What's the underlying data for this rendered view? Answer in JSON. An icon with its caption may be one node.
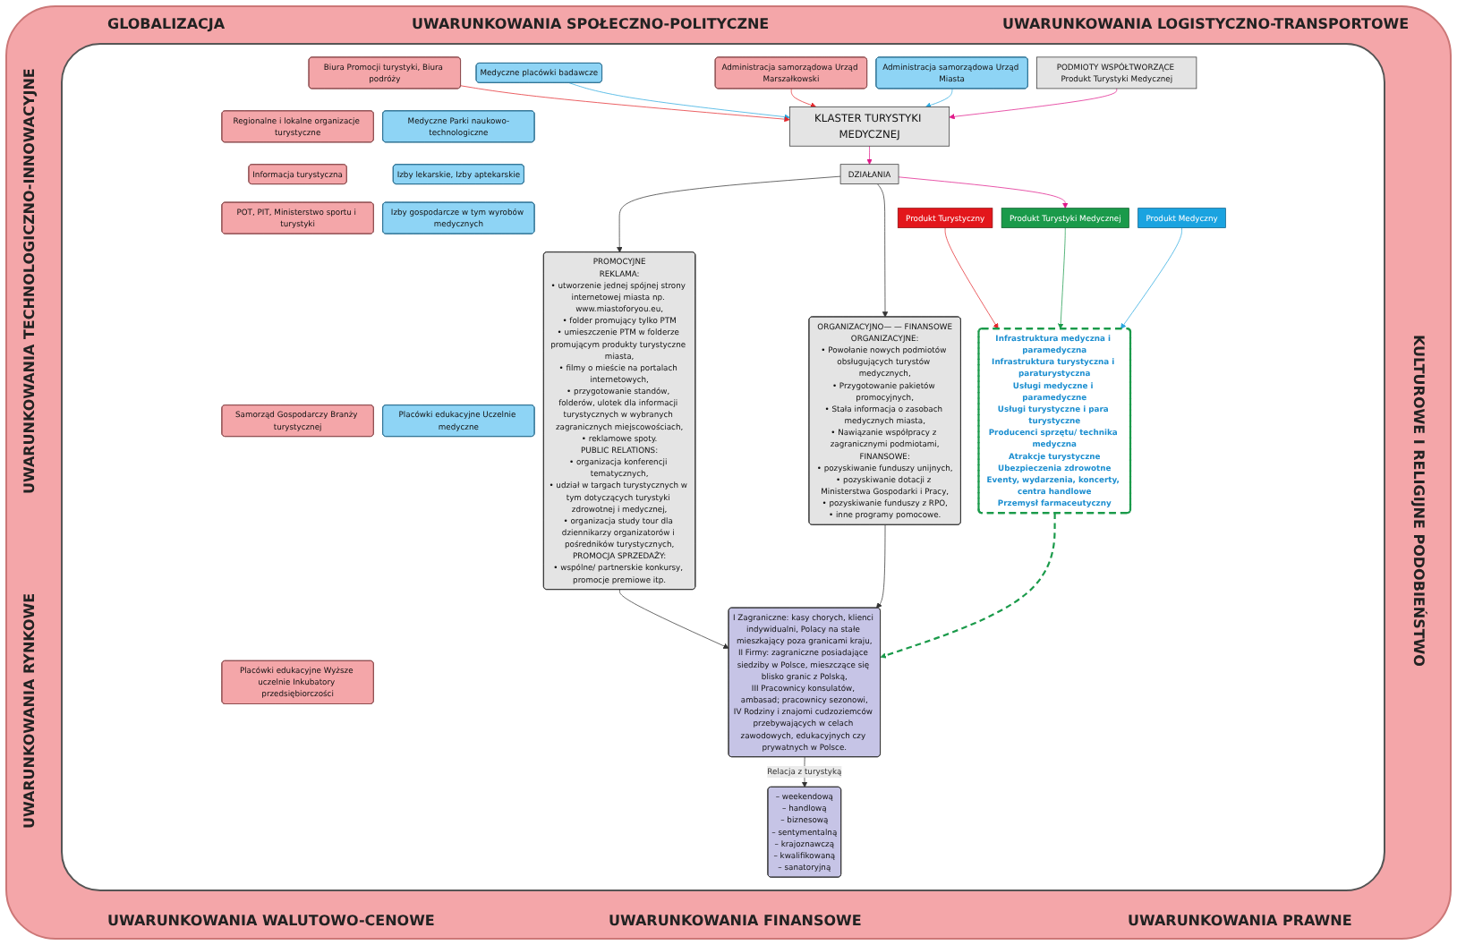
{
  "diagram": {
    "nodes": [
      {
        "text": [
          "Administracja samorządowa Urząd Miasta"
        ]
      },
      {
        "text": [
          "PODMIOTY WSPÓŁTWORZĄCE Produkt Turystyki Medycznej"
        ]
      },
      {
        "text": [
          "Administracja samorządowa Urząd Marszałkowski"
        ]
      },
      {
        "text": [
          "KLASTER TURYSTYKI MEDYCZNEJ"
        ]
      },
      {
        "text": [
          "DZIAŁANIA"
        ]
      },
      {
        "text": [
          "Produkt Medyczny"
        ]
      },
      {
        "text": [
          "Produkt Turystyczny"
        ]
      },
      {
        "text": [
          "Produkt Turystyki Medycznej"
        ]
      },
      {
        "text": [
          "ORGANIZACYJNO— — FINANSOWE",
          "ORGANIZACYJNE:",
          "• Powołanie nowych podmiotów obsługujących turystów medycznych,",
          "• Przygotowanie pakietów promocyjnych,",
          "• Stała informacja o zasobach medycznych miasta,",
          "• Nawiązanie współpracy z zagranicznymi podmiotami,",
          "FINANSOWE:",
          "• pozyskiwanie funduszy unijnych,",
          "• pozyskiwanie dotacji z Ministerstwa Gospodarki i Pracy,",
          "• pozyskiwanie funduszy z RPO,",
          "• inne programy pomocowe."
        ]
      },
      {
        "text": [
          "Medyczne placówki badawcze"
        ]
      },
      {
        "text": [
          "Medyczne Parki naukowo-technologiczne"
        ]
      },
      {
        "text": [
          "Izby lekarskie, Izby aptekarskie"
        ]
      },
      {
        "text": [
          "Izby gospodarcze w tym wyrobów medycznych"
        ]
      },
      {
        "text": [
          "Placówki edukacyjne Uczelnie medyczne"
        ]
      },
      {
        "text": [
          "Infrastruktura medyczna i paramedyczna",
          "Infrastruktura turystyczna i paraturystyczna",
          "Usługi medyczne i paramedyczne",
          "Usługi turystyczne i para turystyczne",
          "Producenci sprzętu/ technika medyczna",
          "Atrakcje turystyczne",
          "Ubezpieczenia zdrowotne",
          "Eventy, wydarzenia, koncerty, centra handlowe",
          "Przemysł farmaceutyczny"
        ]
      },
      {
        "text": [
          "Biura Promocji turystyki, Biura podróży"
        ]
      },
      {
        "text": [
          "Regionalne i lokalne organizacje turystyczne"
        ]
      },
      {
        "text": [
          "Informacja turystyczna"
        ]
      },
      {
        "text": [
          "POT, PIT, Ministerstwo sportu i turystyki"
        ]
      },
      {
        "text": [
          "Samorząd Gospodarczy Branży turystycznej"
        ]
      },
      {
        "text": [
          "Placówki edukacyjne Wyższe uczelnie Inkubatory przedsiębiorczości"
        ]
      },
      {
        "text": [
          "PROMOCYJNE",
          "REKLAMA:",
          "• utworzenie jednej spójnej strony internetowej miasta np. www.miastoforyou.eu,",
          "• folder promujący tylko PTM",
          "• umieszczenie PTM w folderze promującym produkty turystyczne miasta,",
          "• filmy o mieście na portalach internetowych,",
          "• przygotowanie standów, folderów, ulotek dla informacji turystycznych w wybranych zagranicznych miejscowościach,",
          "• reklamowe spoty.",
          "PUBLIC RELATIONS:",
          "• organizacja konferencji tematycznych,",
          "• udział w targach turystycznych w tym dotyczących turystyki zdrowotnej i medycznej,",
          "• organizacja study tour dla dziennikarzy organizatorów i pośredników turystycznych,",
          "PROMOCJA SPRZEDAŻY:",
          "• wspólne/ partnerskie konkursy, promocje premiowe itp."
        ]
      },
      {
        "text": [
          "I Zagraniczne: kasy chorych, klienci indywidualni, Polacy na stałe mieszkający poza granicami kraju,",
          "II Firmy: zagraniczne posiadające siedziby w Polsce, mieszczące się blisko granic z Polską,",
          "III Pracownicy konsulatów, ambasad; pracownicy sezonowi,",
          "IV Rodziny i znajomi cudzoziemców przebywających w celach zawodowych, edukacyjnych czy prywatnych w Polsce."
        ]
      },
      {
        "text": [
          "– weekendową",
          "– handlową",
          "– biznesową",
          "– sentymentalną",
          "– krajoznawczą",
          "– kwalifikowaną",
          "– sanatoryjną"
        ]
      }
    ],
    "edges": [
      {
        "from": 1,
        "to": 3,
        "arrow": "to",
        "color": "#e0198a"
      },
      {
        "from": 0,
        "to": 3,
        "arrow": "to",
        "color": "#29a8e0"
      },
      {
        "from": 2,
        "to": 3,
        "arrow": "to",
        "color": "#e3262b"
      },
      {
        "from": 9,
        "to": 3,
        "arrow": "to",
        "color": "#29a8e0"
      },
      {
        "from": 15,
        "to": 3,
        "arrow": "to",
        "color": "#e3262b"
      },
      {
        "from": 3,
        "to": 4,
        "arrow": "to",
        "color": "#e0198a"
      },
      {
        "from": 4,
        "to": 7,
        "arrow": "to",
        "color": "#e0198a"
      },
      {
        "from": 4,
        "to": 8,
        "arrow": "to"
      },
      {
        "from": 4,
        "to": 21,
        "arrow": "to"
      },
      {
        "from": 5,
        "to": 14,
        "arrow": "to",
        "color": "#29a8e0"
      },
      {
        "from": 7,
        "to": 14,
        "arrow": "to",
        "color": "#1a9a4a"
      },
      {
        "from": 6,
        "to": 14,
        "arrow": "to",
        "color": "#e3262b"
      },
      {
        "from": 14,
        "to": 22,
        "arrow": "to",
        "style": "dashed",
        "color": "#1a9a4a"
      },
      {
        "from": 8,
        "to": 22,
        "arrow": "to"
      },
      {
        "from": 21,
        "to": 22,
        "arrow": "to"
      },
      {
        "from": 22,
        "to": 23,
        "arrow": "to",
        "label": "Relacja z turystyką"
      }
    ],
    "labels": [
      "GLOBALIZACJA",
      "UWARUNKOWANIA SPOŁECZNO-POLITYCZNE",
      "UWARUNKOWANIA LOGISTYCZNO-TRANSPORTOWE",
      "UWARUNKOWANIA TECHNOLOGICZNO-INNOWACYJNE",
      "UWARUNKOWANIA RYNKOWE",
      "KULTUROWE I RELIGIJNE PODOBIEŃSTWO",
      "UWARUNKOWANIA WALUTOWO-CENOWE",
      "UWARUNKOWANIA FINANSOWE",
      "UWARUNKOWANIA PRAWNE"
    ]
  }
}
